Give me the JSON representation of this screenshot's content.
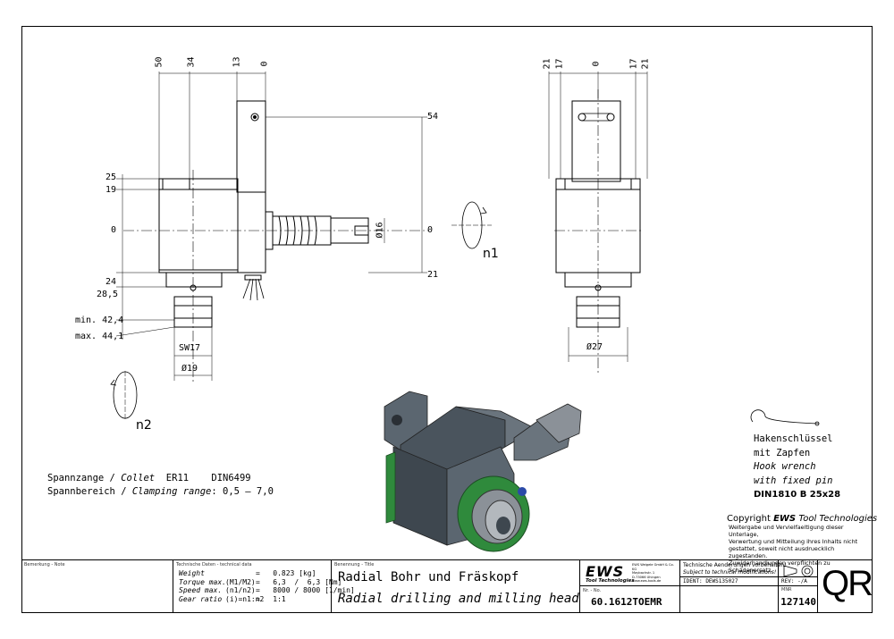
{
  "dimensions": {
    "side_top": [
      "50",
      "34",
      "13",
      "0"
    ],
    "side_left": [
      "25",
      "19",
      "0",
      "24",
      "28,5",
      "min. 42,4",
      "max. 44,1"
    ],
    "side_right": [
      "54",
      "0",
      "21"
    ],
    "side_shaft_dia": "Ø16",
    "side_bottom_sw": "SW17",
    "side_bottom_dia": "Ø19",
    "front_top": [
      "21",
      "17",
      "0",
      "17",
      "21"
    ],
    "front_bottom_dia": "Ø27",
    "rotation_1": "n1",
    "rotation_2": "n2"
  },
  "collet": {
    "line1_de": "Spannzange",
    "line1_sep": "/",
    "line1_en": "Collet",
    "line1_value": "ER11    DIN6499",
    "line2_de": "Spannbereich",
    "line2_sep": "/",
    "line2_en": "Clamping range",
    "line2_value": ": 0,5 – 7,0"
  },
  "hook_wrench": {
    "line1": "Hakenschlüssel",
    "line2": "mit Zapfen",
    "line3": "Hook wrench",
    "line4": "with fixed pin",
    "line5": "DIN1810  B  25x28"
  },
  "copyright": {
    "title_prefix": "Copyright",
    "title_brand": "EWS",
    "title_suffix": "Tool Technologies",
    "line1": "Weitergabe und Vervielfaeltigung dieser Unterlage,",
    "line2": "Verwertung und Mitteilung ihres Inhalts nicht",
    "line3": "gestattet, soweit nicht ausdruecklich zugestanden.",
    "line4": "Zuwiderhandlungen verpflichten zu Schadenersatz."
  },
  "title_block": {
    "notes_label": "Bemerkung - Note",
    "tech_label": "Technische Daten - technical data",
    "tech_rows": [
      {
        "label": "Weight",
        "unit": "",
        "value": "=   0.823 [kg]"
      },
      {
        "label": "Torque max.",
        "unit": "(M1/M2)",
        "value": "=   6,3  /  6,3 [Nm]"
      },
      {
        "label": "Speed max.",
        "unit": "(n1/n2)",
        "value": "=   8000 / 8000 [1/min]"
      },
      {
        "label": "Gear ratio",
        "unit": "(i)=n1:n2",
        "value": "=   1:1"
      }
    ],
    "designation_label": "Benennung - Title",
    "title_de": "Radial Bohr und Fräskopf",
    "title_en": "Radial drilling and milling head",
    "logo_text": "EWS",
    "logo_sub": "Tool Technologies",
    "company_lines": [
      "EWS Weigele GmbH & Co. KG",
      "Maybachstr. 1",
      "D-73066 Uhingen",
      "www.ews-tools.de"
    ],
    "change_de": "Technische Aenderungen vorbehalten!",
    "change_en": "Subject to technical modifications!",
    "ident_label": "IDENT:",
    "ident_value": "DEWS135027",
    "rev_label": "REV:",
    "rev_value": "-/A",
    "no_label": "Nr. - No.",
    "part_number": "60.1612TOEMR",
    "mnr_label": "MNR",
    "mnr_value": "127140",
    "qr_label": "QR"
  },
  "colors": {
    "housing": "#5b6670",
    "housing_dark": "#3e474f",
    "flange_green": "#2f8a3c",
    "collet_grey": "#8b9198",
    "pin_blue": "#2b4aa8"
  }
}
